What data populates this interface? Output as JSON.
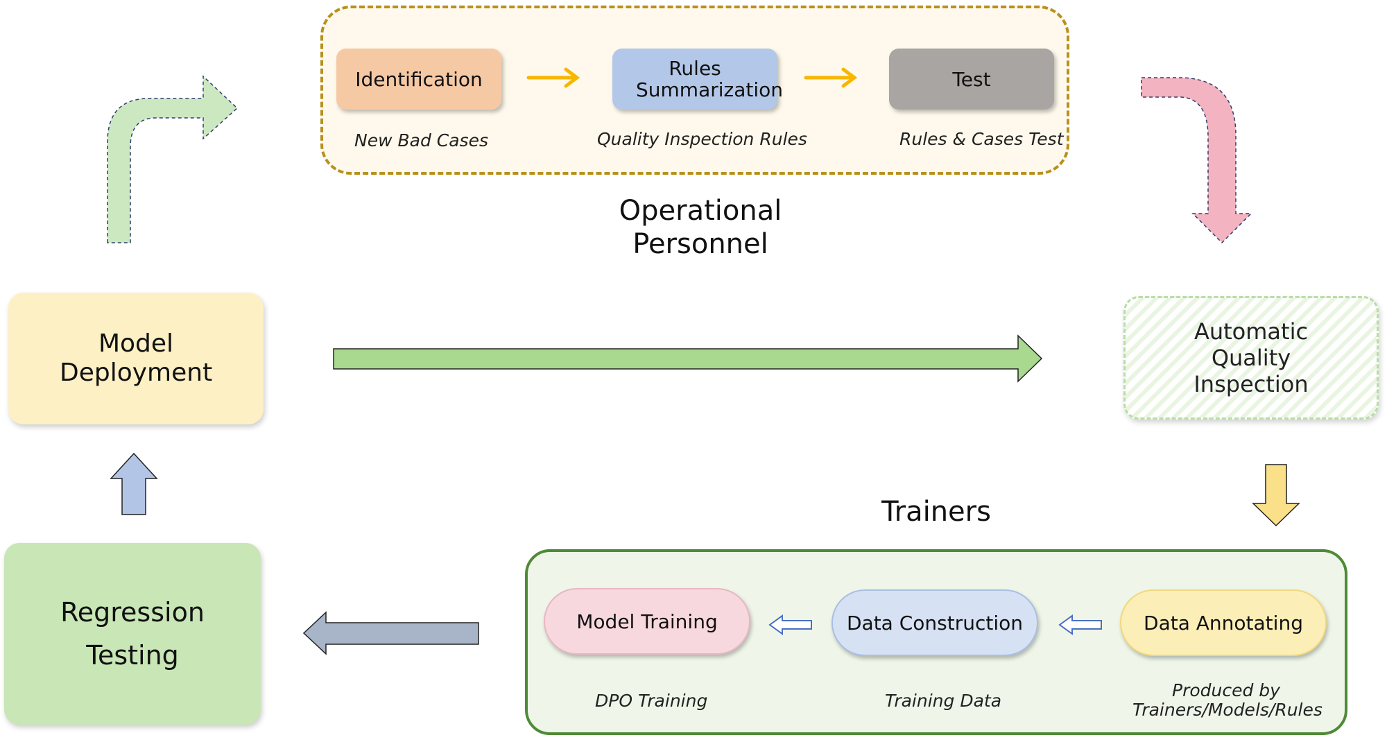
{
  "operational": {
    "title": "Operational Personnel",
    "steps": [
      {
        "label": "Identification",
        "caption": "New Bad Cases",
        "color": "#f6c9a5"
      },
      {
        "label": "Rules Summarization",
        "caption": "Quality Inspection Rules",
        "color": "#b3c7e8"
      },
      {
        "label": "Test",
        "caption": "Rules & Cases Test",
        "color": "#a8a5a3"
      }
    ]
  },
  "nodes": {
    "model_deployment": {
      "label": "Model Deployment",
      "color": "#fdf0c5"
    },
    "automatic_quality_inspection": {
      "label": "Automatic Quality Inspection",
      "color": "#e9f5e1"
    },
    "regression_testing": {
      "label": "Regression Testing",
      "color": "#c9e6b6"
    }
  },
  "trainers": {
    "title": "Trainers",
    "steps": [
      {
        "label": "Model Training",
        "caption": "DPO Training",
        "color": "#f8d8df"
      },
      {
        "label": "Data Construction",
        "caption": "Training Data",
        "color": "#d6e2f4"
      },
      {
        "label": "Data Annotating",
        "caption": "Produced by Trainers/Models/Rules",
        "color": "#fbefb7"
      }
    ]
  },
  "arrows": [
    {
      "from": "regression_testing",
      "to": "model_deployment",
      "icon": "up-arrow-icon",
      "color": "#b3c5e6"
    },
    {
      "from": "model_deployment",
      "to": "operational",
      "icon": "curved-arrow-icon",
      "color": "#cce8c0"
    },
    {
      "from": "model_deployment",
      "to": "automatic_quality_inspection",
      "icon": "right-arrow-icon",
      "color": "#a9d98f"
    },
    {
      "from": "operational",
      "to": "automatic_quality_inspection",
      "icon": "curved-down-arrow-icon",
      "color": "#f3b3c1"
    },
    {
      "from": "automatic_quality_inspection",
      "to": "trainers",
      "icon": "down-arrow-icon",
      "color": "#fbe08a"
    },
    {
      "from": "trainers",
      "to": "regression_testing",
      "icon": "left-arrow-icon",
      "color": "#a8b4c8"
    }
  ]
}
